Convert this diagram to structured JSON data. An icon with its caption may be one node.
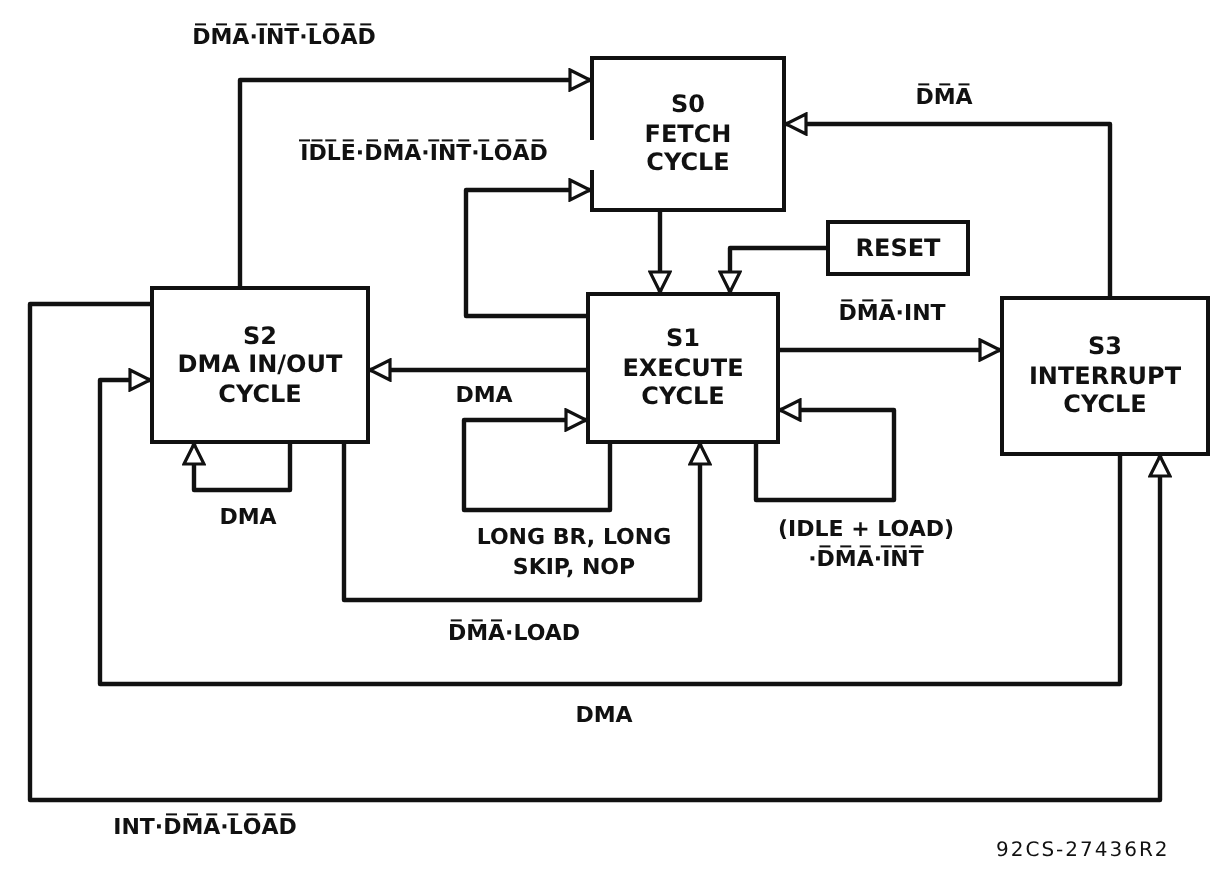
{
  "diagram": {
    "nodes": [
      {
        "text": [
          "S0",
          "FETCH CYCLE"
        ]
      },
      {
        "text": [
          "RESET"
        ]
      },
      {
        "text": [
          "S2",
          "DMA IN/OUT CYCLE"
        ]
      },
      {
        "text": [
          "S1",
          "EXECUTE CYCLE"
        ]
      },
      {
        "text": [
          "S3",
          "INTERRUPT CYCLE"
        ]
      }
    ],
    "edges": [
      {
        "from": 2,
        "to": 0,
        "arrow": "to",
        "label": "D̅M̅A̅·I̅N̅T̅·L̅O̅A̅D̅"
      },
      {
        "from": 3,
        "to": 0,
        "arrow": "to",
        "label": "I̅D̅L̅E̅·D̅M̅A̅·I̅N̅T̅·L̅O̅A̅D̅"
      },
      {
        "from": 0,
        "to": 3,
        "arrow": "to"
      },
      {
        "from": 1,
        "to": 3,
        "arrow": "to"
      },
      {
        "from": 3,
        "to": 2,
        "arrow": "to",
        "label": "DMA"
      },
      {
        "from": 2,
        "to": 2,
        "arrow": "to",
        "label": "DMA"
      },
      {
        "from": 3,
        "to": 3,
        "arrow": "to",
        "label": "LONG BR, LONG SKIP, NOP"
      },
      {
        "from": 3,
        "to": 3,
        "arrow": "to",
        "label": "(IDLE + LOAD) ·D̅M̅A̅·I̅N̅T̅"
      },
      {
        "from": 3,
        "to": 4,
        "arrow": "to",
        "label": "D̅M̅A̅·INT"
      },
      {
        "from": 4,
        "to": 0,
        "arrow": "to",
        "label": "D̅M̅A̅"
      },
      {
        "from": 2,
        "to": 3,
        "arrow": "to",
        "label": "D̅M̅A̅·LOAD"
      },
      {
        "from": 4,
        "to": 2,
        "arrow": "to",
        "label": "DMA"
      },
      {
        "from": 2,
        "to": 4,
        "arrow": "to",
        "label": "INT·D̅M̅A̅·L̅O̅A̅D̅"
      }
    ],
    "labels": [
      "92CS-27436R2"
    ]
  }
}
